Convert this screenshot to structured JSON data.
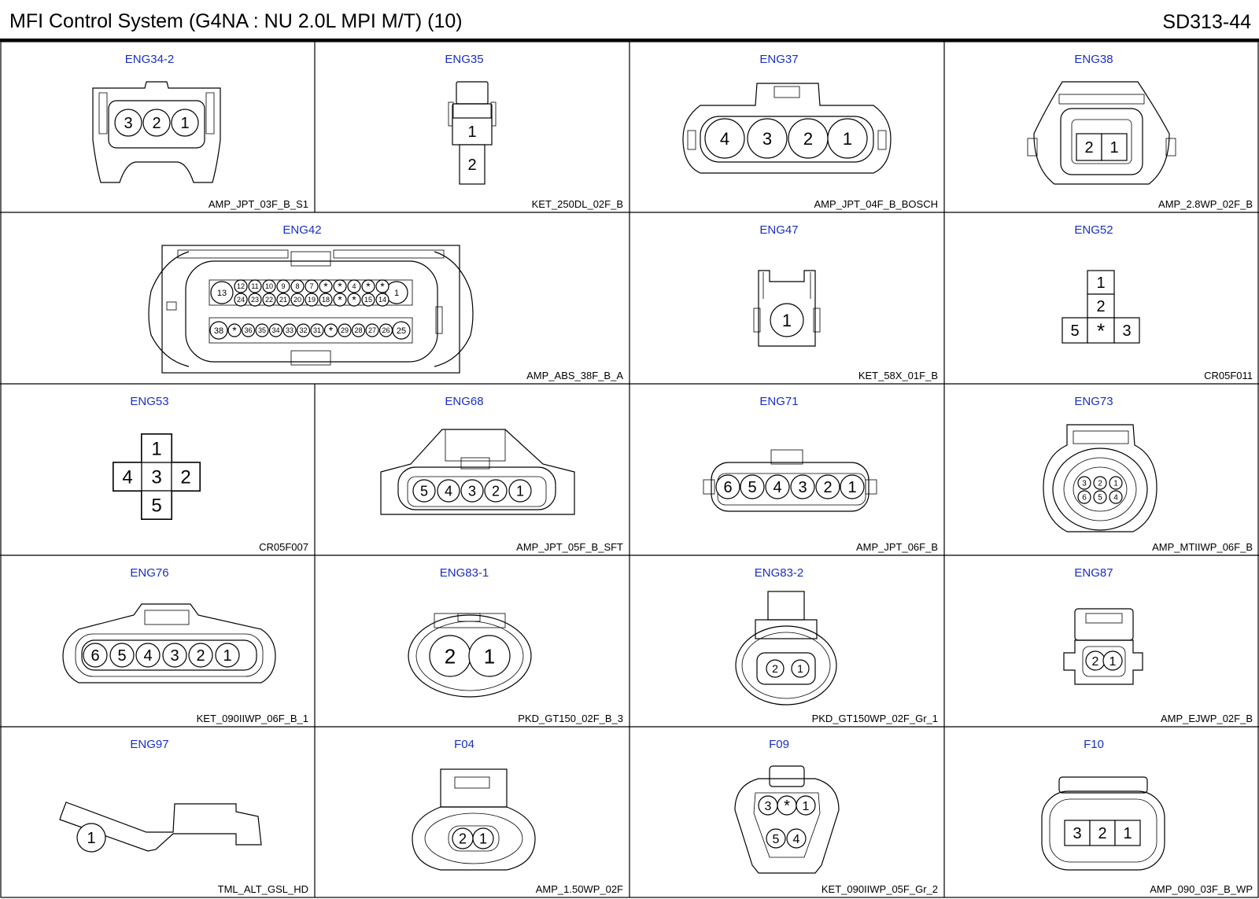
{
  "sheet": {
    "title": "MFI Control System (G4NA : NU 2.0L MPI M/T) (10)",
    "page_code": "SD313-44"
  },
  "colors": {
    "connector_label": "#1a2fc4",
    "border": "#000000"
  },
  "connectors": [
    {
      "id": "ENG34-2",
      "part": "AMP_JPT_03F_B_S1"
    },
    {
      "id": "ENG35",
      "part": "KET_250DL_02F_B"
    },
    {
      "id": "ENG37",
      "part": "AMP_JPT_04F_B_BOSCH"
    },
    {
      "id": "ENG38",
      "part": "AMP_2.8WP_02F_B"
    },
    {
      "id": "ENG42",
      "part": "AMP_ABS_38F_B_A"
    },
    {
      "id": "ENG47",
      "part": "KET_58X_01F_B"
    },
    {
      "id": "ENG52",
      "part": "CR05F011"
    },
    {
      "id": "ENG53",
      "part": "CR05F007"
    },
    {
      "id": "ENG68",
      "part": "AMP_JPT_05F_B_SFT"
    },
    {
      "id": "ENG71",
      "part": "AMP_JPT_06F_B"
    },
    {
      "id": "ENG73",
      "part": "AMP_MTIIWP_06F_B"
    },
    {
      "id": "ENG76",
      "part": "KET_090IIWP_06F_B_1"
    },
    {
      "id": "ENG83-1",
      "part": "PKD_GT150_02F_B_3"
    },
    {
      "id": "ENG83-2",
      "part": "PKD_GT150WP_02F_Gr_1"
    },
    {
      "id": "ENG87",
      "part": "AMP_EJWP_02F_B"
    },
    {
      "id": "ENG97",
      "part": "TML_ALT_GSL_HD"
    },
    {
      "id": "F04",
      "part": "AMP_1.50WP_02F"
    },
    {
      "id": "F09",
      "part": "KET_090IIWP_05F_Gr_2"
    },
    {
      "id": "F10",
      "part": "AMP_090_03F_B_WP"
    }
  ],
  "pins": {
    "ENG34-2": [
      "3",
      "2",
      "1"
    ],
    "ENG35": [
      "1",
      "2"
    ],
    "ENG37": [
      "4",
      "3",
      "2",
      "1"
    ],
    "ENG38": [
      "2",
      "1"
    ],
    "ENG42": {
      "row1": [
        "12",
        "11",
        "10",
        "9",
        "8",
        "7",
        "*",
        "*",
        "4",
        "*",
        "*"
      ],
      "row2": [
        "24",
        "23",
        "22",
        "21",
        "20",
        "19",
        "18",
        "*",
        "*",
        "15",
        "14"
      ],
      "row3": [
        "*",
        "36",
        "35",
        "34",
        "33",
        "32",
        "31",
        "*",
        "29",
        "28",
        "27",
        "26"
      ],
      "big": [
        "13",
        "1",
        "38",
        "25"
      ]
    },
    "ENG47": [
      "1"
    ],
    "ENG52": [
      "1",
      "2",
      "5",
      "*",
      "3"
    ],
    "ENG53": [
      "1",
      "4",
      "3",
      "2",
      "5"
    ],
    "ENG68": [
      "5",
      "4",
      "3",
      "2",
      "1"
    ],
    "ENG71": [
      "6",
      "5",
      "4",
      "3",
      "2",
      "1"
    ],
    "ENG73": [
      "3",
      "2",
      "1",
      "6",
      "5",
      "4"
    ],
    "ENG76": [
      "6",
      "5",
      "4",
      "3",
      "2",
      "1"
    ],
    "ENG83-1": [
      "2",
      "1"
    ],
    "ENG83-2": [
      "2",
      "1"
    ],
    "ENG87": [
      "2",
      "1"
    ],
    "ENG97": [
      "1"
    ],
    "F04": [
      "2",
      "1"
    ],
    "F09": [
      "3",
      "*",
      "1",
      "5",
      "4"
    ],
    "F10": [
      "3",
      "2",
      "1"
    ]
  }
}
